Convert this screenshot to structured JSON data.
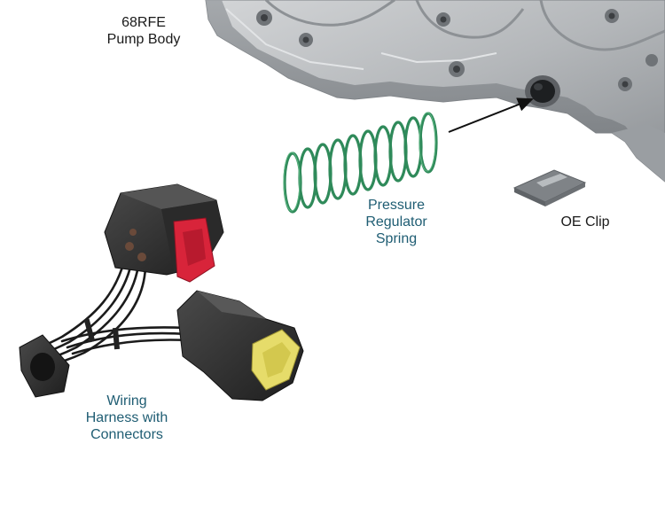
{
  "labels": {
    "pump_body": {
      "lines": [
        "68RFE",
        "Pump Body"
      ]
    },
    "spring": {
      "lines": [
        "Pressure",
        "Regulator",
        "Spring"
      ]
    },
    "clip": {
      "lines": [
        "OE Clip"
      ]
    },
    "harness": {
      "lines": [
        "Wiring",
        "Harness with",
        "Connectors"
      ]
    }
  },
  "colors": {
    "label_dark": "#1a1a1a",
    "label_teal": "#1f5d73",
    "pump_metal": "#b9bbbd",
    "pump_shadow": "#8e9194",
    "spring_green": "#2f8a5a",
    "connector_black": "#2b2b2b",
    "connector_red": "#d8243a",
    "connector_yellow": "#e6dc6a"
  },
  "icons": [
    "pump-body-image",
    "pressure-spring-image",
    "oe-clip-image",
    "wiring-harness-image",
    "pointer-arrow"
  ]
}
